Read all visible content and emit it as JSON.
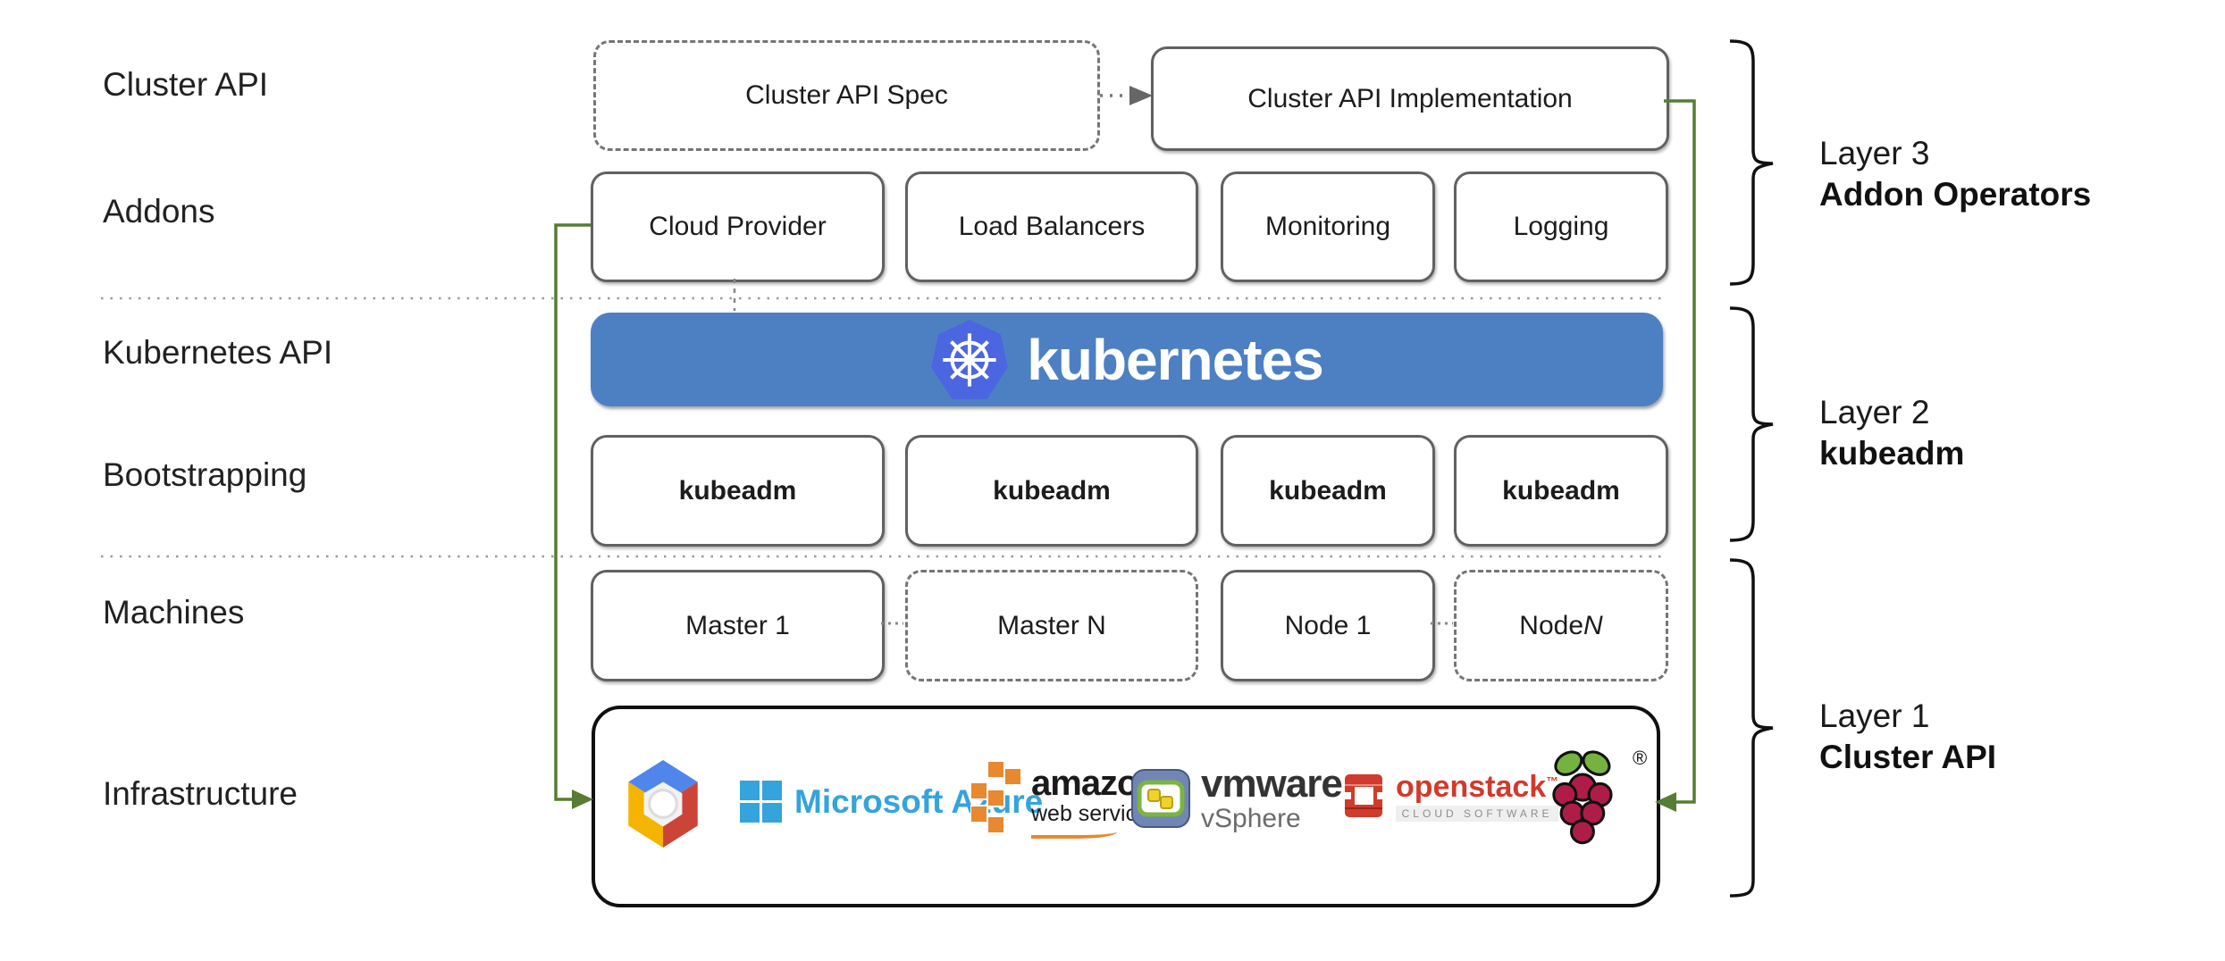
{
  "left_labels": [
    "Cluster API",
    "Addons",
    "Kubernetes API",
    "Bootstrapping",
    "Machines",
    "Infrastructure"
  ],
  "cluster_api_row": {
    "spec": "Cluster API Spec",
    "implementation": "Cluster API Implementation"
  },
  "addons": [
    "Cloud Provider",
    "Load Balancers",
    "Monitoring",
    "Logging"
  ],
  "kubernetes": {
    "wordmark": "kubernetes"
  },
  "bootstrapping": [
    "kubeadm",
    "kubeadm",
    "kubeadm",
    "kubeadm"
  ],
  "machines": [
    {
      "text": "Master 1"
    },
    {
      "text": "Master N"
    },
    {
      "text": "Node 1"
    },
    {
      "text": "Node ",
      "italic_suffix": "N"
    }
  ],
  "layers": [
    {
      "line1": "Layer 3",
      "line2": "Addon Operators"
    },
    {
      "line1": "Layer 2",
      "line2": "kubeadm"
    },
    {
      "line1": "Layer 1",
      "line2": "Cluster API"
    }
  ],
  "infrastructure": {
    "logos": [
      "Google Cloud Platform",
      "Microsoft Azure",
      "Amazon Web Services",
      "VMware vSphere",
      "OpenStack",
      "Raspberry Pi"
    ],
    "azure_text": "Microsoft Azure",
    "aws_line1": "amazon",
    "aws_line2": "web services",
    "vmware_line1": "vmware",
    "vmware_line2": "vSphere",
    "openstack_line1": "openstack",
    "openstack_tm": "™",
    "openstack_line2": "CLOUD SOFTWARE",
    "raspberry_reg": "®"
  },
  "colors": {
    "kubernetes_banner_blue": "#4d80c3",
    "kubernetes_logo_blue": "#4b66e0",
    "green_connector": "#567d33",
    "solid_box_border": "#616161",
    "dashed_box_border": "#757575",
    "text": "#212121",
    "azure_blue": "#35a3dc",
    "aws_orange": "#e8882f",
    "vmware_dark": "#333333",
    "openstack_red": "#d13a2c",
    "raspberry_red": "#b01c48",
    "raspberry_green": "#74b33e",
    "gcp_blue": "#5086ec",
    "gcp_red": "#cc4437",
    "gcp_yellow": "#f4b400"
  }
}
